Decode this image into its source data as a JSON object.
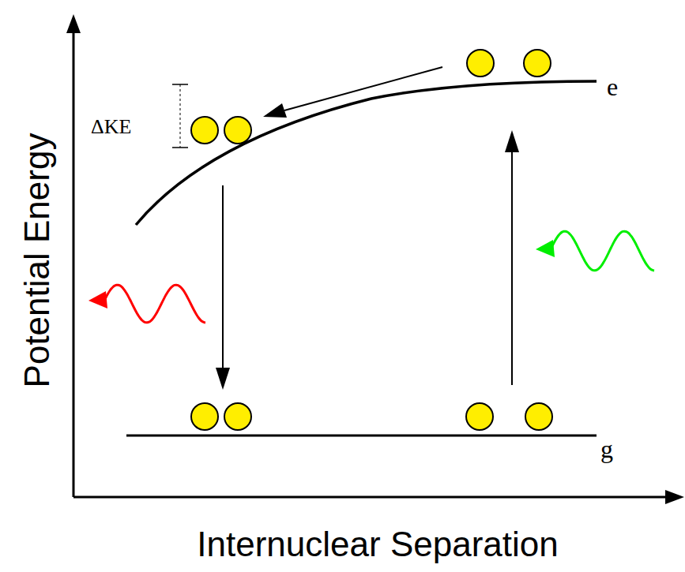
{
  "diagram": {
    "labels": [
      "Potential Energy",
      "ΔKE",
      "e",
      "g",
      "Internuclear Separation"
    ]
  }
}
